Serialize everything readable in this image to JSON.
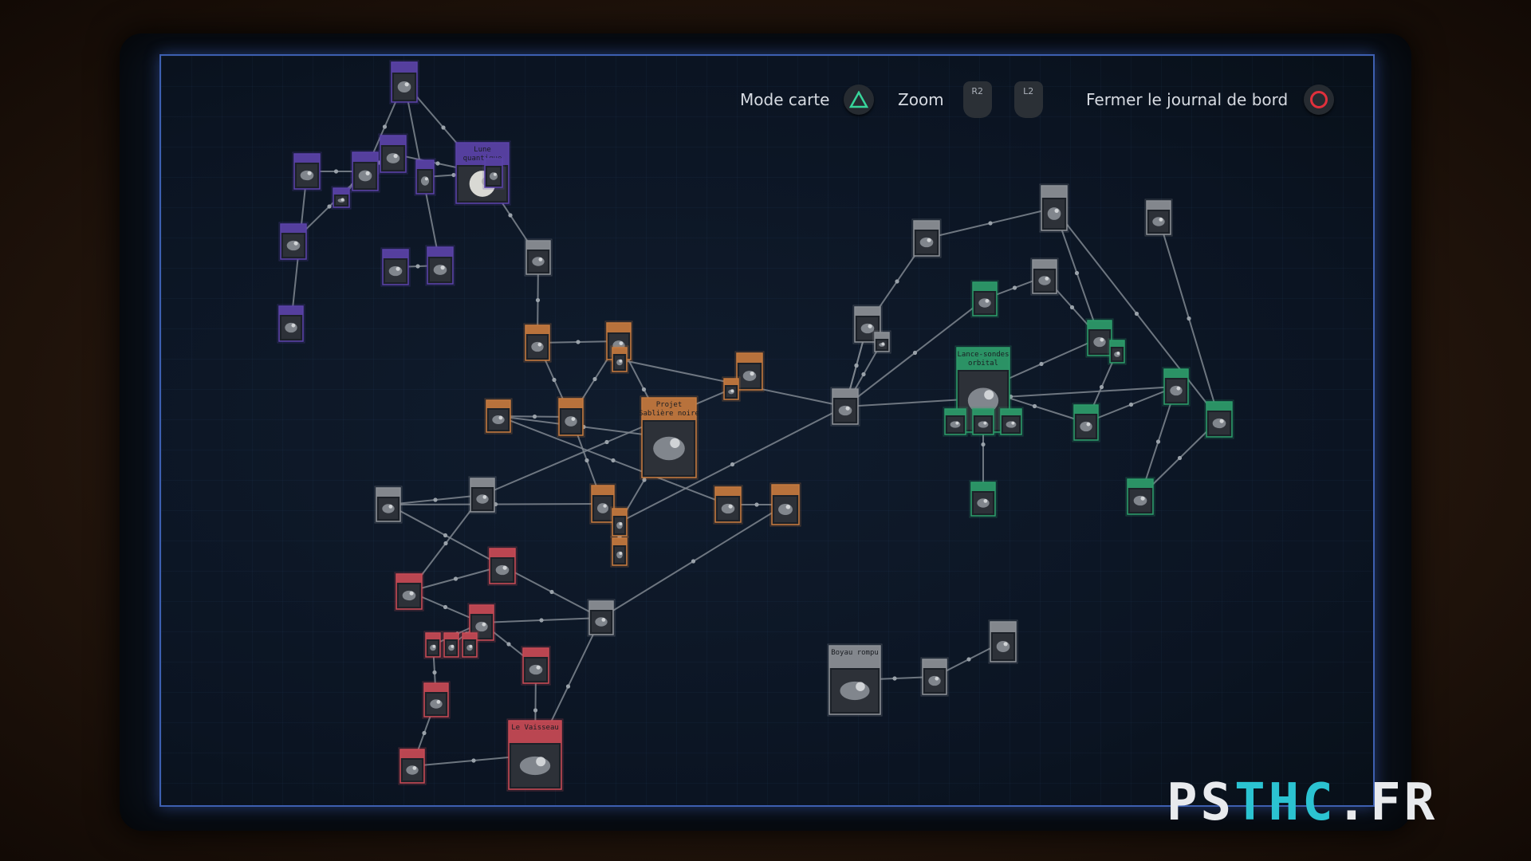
{
  "hud": {
    "map_mode_label": "Mode carte",
    "zoom_label": "Zoom",
    "r2_label": "R2",
    "l2_label": "L2",
    "close_label": "Fermer le journal de bord",
    "triangle_icon": "triangle-button-icon",
    "circle_icon": "circle-button-icon"
  },
  "colors": {
    "purple": "#5a42a8",
    "orange": "#c57a3e",
    "red": "#c84a55",
    "green": "#2c9c6a",
    "gray": "#8c9096",
    "screen_border": "#3d5fb0"
  },
  "nodes": [
    {
      "id": "q1",
      "c": "purple",
      "label": "Lune quantique",
      "big": true
    },
    {
      "id": "q2",
      "c": "purple"
    },
    {
      "id": "q3",
      "c": "purple"
    },
    {
      "id": "q4",
      "c": "purple"
    },
    {
      "id": "q5",
      "c": "purple"
    },
    {
      "id": "q6",
      "c": "purple"
    },
    {
      "id": "q7",
      "c": "purple"
    },
    {
      "id": "q8",
      "c": "purple"
    },
    {
      "id": "q9",
      "c": "purple"
    },
    {
      "id": "q10",
      "c": "purple"
    },
    {
      "id": "q11",
      "c": "purple"
    },
    {
      "id": "q12",
      "c": "purple"
    },
    {
      "id": "g1",
      "c": "gray"
    },
    {
      "id": "o1",
      "c": "orange",
      "label": "Projet Sablière noire",
      "big": true
    },
    {
      "id": "o2",
      "c": "orange"
    },
    {
      "id": "o3",
      "c": "orange"
    },
    {
      "id": "o4",
      "c": "orange"
    },
    {
      "id": "o5",
      "c": "orange"
    },
    {
      "id": "o6",
      "c": "orange"
    },
    {
      "id": "o7",
      "c": "orange"
    },
    {
      "id": "o8",
      "c": "orange"
    },
    {
      "id": "o9",
      "c": "orange"
    },
    {
      "id": "o10",
      "c": "orange"
    },
    {
      "id": "o11",
      "c": "orange"
    },
    {
      "id": "o12",
      "c": "orange"
    },
    {
      "id": "o13",
      "c": "orange"
    },
    {
      "id": "g2",
      "c": "gray"
    },
    {
      "id": "g3",
      "c": "gray"
    },
    {
      "id": "g4",
      "c": "gray"
    },
    {
      "id": "r1",
      "c": "red",
      "label": "Le Vaisseau",
      "big": true
    },
    {
      "id": "r2",
      "c": "red"
    },
    {
      "id": "r3",
      "c": "red"
    },
    {
      "id": "r4",
      "c": "red"
    },
    {
      "id": "r5",
      "c": "red"
    },
    {
      "id": "r6",
      "c": "red"
    },
    {
      "id": "r7",
      "c": "red"
    },
    {
      "id": "r8",
      "c": "red"
    },
    {
      "id": "r9",
      "c": "red"
    },
    {
      "id": "r10",
      "c": "red"
    },
    {
      "id": "g5",
      "c": "gray"
    },
    {
      "id": "e1",
      "c": "green",
      "label": "Lance-sondes orbital",
      "big": true
    },
    {
      "id": "e2",
      "c": "green"
    },
    {
      "id": "e3",
      "c": "green"
    },
    {
      "id": "e4",
      "c": "green"
    },
    {
      "id": "e5",
      "c": "green"
    },
    {
      "id": "e6",
      "c": "green"
    },
    {
      "id": "e7",
      "c": "green"
    },
    {
      "id": "e8",
      "c": "green"
    },
    {
      "id": "e9",
      "c": "green"
    },
    {
      "id": "e10",
      "c": "green"
    },
    {
      "id": "e11",
      "c": "green"
    },
    {
      "id": "e12",
      "c": "green"
    },
    {
      "id": "g6",
      "c": "gray"
    },
    {
      "id": "g7",
      "c": "gray"
    },
    {
      "id": "g8",
      "c": "gray"
    },
    {
      "id": "g9",
      "c": "gray"
    },
    {
      "id": "g10",
      "c": "gray"
    },
    {
      "id": "g11",
      "c": "gray"
    },
    {
      "id": "g12",
      "c": "gray"
    },
    {
      "id": "b1",
      "c": "gray",
      "label": "Boyau rompu",
      "big": true
    },
    {
      "id": "b2",
      "c": "gray"
    },
    {
      "id": "b3",
      "c": "gray"
    }
  ],
  "links": [
    [
      "q1",
      "q2"
    ],
    [
      "q1",
      "q3"
    ],
    [
      "q1",
      "q11"
    ],
    [
      "q1",
      "q12"
    ],
    [
      "q1",
      "g1"
    ],
    [
      "q2",
      "q4"
    ],
    [
      "q3",
      "q4"
    ],
    [
      "q4",
      "q5"
    ],
    [
      "q4",
      "q6"
    ],
    [
      "q4",
      "q10"
    ],
    [
      "q5",
      "q9"
    ],
    [
      "q7",
      "q8"
    ],
    [
      "q8",
      "q3"
    ],
    [
      "g1",
      "o2"
    ],
    [
      "o2",
      "o3"
    ],
    [
      "o2",
      "o4"
    ],
    [
      "o3",
      "o4"
    ],
    [
      "o3",
      "o1"
    ],
    [
      "o1",
      "o5"
    ],
    [
      "o4",
      "o5"
    ],
    [
      "o4",
      "o10"
    ],
    [
      "o6",
      "o7"
    ],
    [
      "o7",
      "g2"
    ],
    [
      "o5",
      "o8"
    ],
    [
      "o8",
      "o9"
    ],
    [
      "o1",
      "o12"
    ],
    [
      "o12",
      "o13"
    ],
    [
      "o12",
      "g6"
    ],
    [
      "o11",
      "g6"
    ],
    [
      "o10",
      "g3"
    ],
    [
      "g2",
      "g3"
    ],
    [
      "g2",
      "r3"
    ],
    [
      "g3",
      "r2"
    ],
    [
      "r3",
      "r2"
    ],
    [
      "r2",
      "g5"
    ],
    [
      "r3",
      "r4"
    ],
    [
      "r4",
      "r5"
    ],
    [
      "r4",
      "r6"
    ],
    [
      "r4",
      "r7"
    ],
    [
      "r4",
      "g5"
    ],
    [
      "r4",
      "r8"
    ],
    [
      "r5",
      "r9"
    ],
    [
      "r9",
      "r10"
    ],
    [
      "r1",
      "r10"
    ],
    [
      "r1",
      "g5"
    ],
    [
      "g5",
      "o9"
    ],
    [
      "r8",
      "r1"
    ],
    [
      "g6",
      "g7"
    ],
    [
      "g6",
      "g8"
    ],
    [
      "g6",
      "e2"
    ],
    [
      "g7",
      "g9"
    ],
    [
      "e2",
      "g10"
    ],
    [
      "g10",
      "e3"
    ],
    [
      "g9",
      "g11"
    ],
    [
      "g11",
      "e3"
    ],
    [
      "e3",
      "e4"
    ],
    [
      "e4",
      "e5"
    ],
    [
      "e5",
      "e1"
    ],
    [
      "e3",
      "e1"
    ],
    [
      "e1",
      "e6"
    ],
    [
      "e1",
      "e7"
    ],
    [
      "e1",
      "e8"
    ],
    [
      "e1",
      "e9"
    ],
    [
      "g6",
      "e10"
    ],
    [
      "e10",
      "e5"
    ],
    [
      "e10",
      "e11"
    ],
    [
      "g11",
      "e12"
    ],
    [
      "e12",
      "e11"
    ],
    [
      "e12",
      "g12"
    ],
    [
      "g7",
      "g6"
    ],
    [
      "b1",
      "b2"
    ],
    [
      "b2",
      "b3"
    ]
  ],
  "watermark": {
    "ps": "PS",
    "thc": "THC",
    "fr": ".FR"
  }
}
